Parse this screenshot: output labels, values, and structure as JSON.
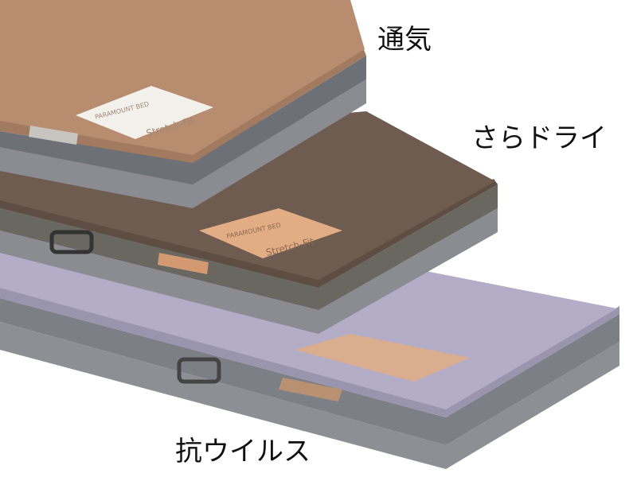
{
  "labels": {
    "top": "通気",
    "middle": "さらドライ",
    "bottom": "抗ウイルス"
  },
  "product_text": {
    "brand": "PARAMOUNT BED",
    "model": "Stretch-Fit"
  },
  "colors": {
    "breathable_cover": "#b88c6e",
    "dry_cover": "#6f5c50",
    "antiviral_cover": "#b3adc8",
    "base_gray": "#8a8c92",
    "tag_peach": "#e2ad85"
  }
}
